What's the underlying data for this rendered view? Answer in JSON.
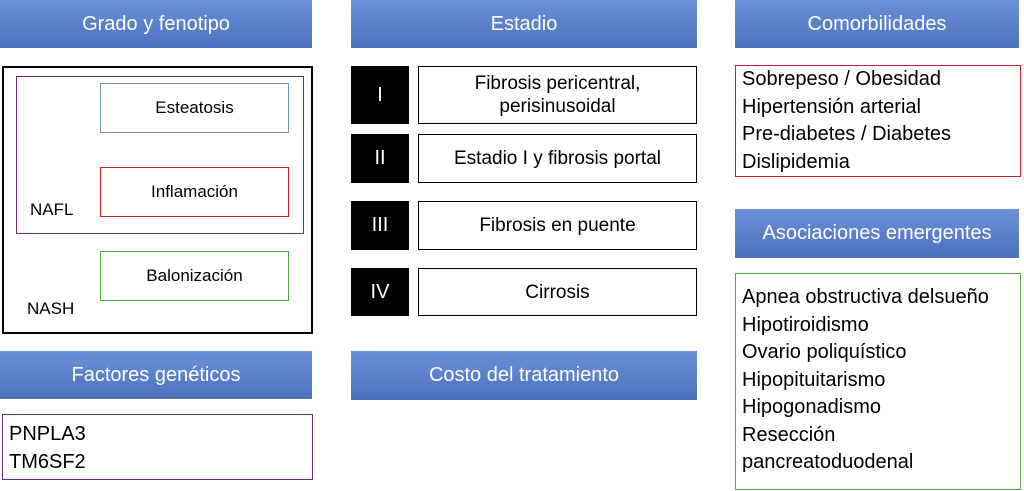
{
  "grado": {
    "title": "Grado y fenotipo",
    "esteatosis": "Esteatosis",
    "inflamacion": "Inflamación",
    "balonizacion": "Balonización",
    "nafl": "NAFL",
    "nash": "NASH"
  },
  "estadio": {
    "title": "Estadio",
    "stages": [
      {
        "num": "I",
        "desc": "Fibrosis pericentral, perisinusoidal"
      },
      {
        "num": "II",
        "desc": "Estadio I y fibrosis portal"
      },
      {
        "num": "III",
        "desc": "Fibrosis en puente"
      },
      {
        "num": "IV",
        "desc": "Cirrosis"
      }
    ]
  },
  "comorbilidades": {
    "title": "Comorbilidades",
    "items": [
      "Sobrepeso / Obesidad",
      "Hipertensión arterial",
      "Pre-diabetes / Diabetes",
      "Dislipidemia"
    ]
  },
  "factores": {
    "title": "Factores genéticos",
    "items": [
      "PNPLA3",
      "TM6SF2"
    ]
  },
  "costo": {
    "title": "Costo del tratamiento"
  },
  "asociaciones": {
    "title": "Asociaciones emergentes",
    "items": [
      "Apnea obstructiva delsueño",
      "Hipotiroidismo",
      "Ovario poliquístico",
      "Hipopituitarismo",
      "Hipogonadismo",
      "Resección",
      "pancreatoduodenal"
    ]
  }
}
